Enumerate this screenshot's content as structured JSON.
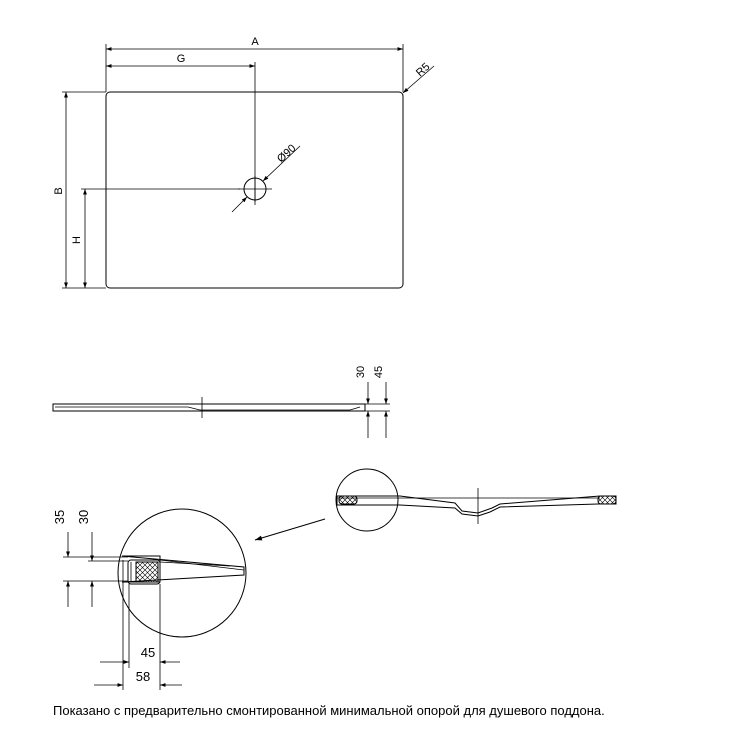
{
  "plan_view": {
    "dim_width": "A",
    "dim_drain_x": "G",
    "dim_corner_radius": "R5",
    "dim_drain_diameter": "Ø90",
    "dim_depth": "B",
    "dim_drain_y": "H"
  },
  "side_view": {
    "dim_height_tray": "30",
    "dim_height_total": "45"
  },
  "detail_view": {
    "dim_height_total": "35",
    "dim_height_tray": "30",
    "dim_foot_inset": "45",
    "dim_foot_offset": "58"
  },
  "caption": "Показано с предварительно смонтированной минимальной опорой для душевого поддона."
}
